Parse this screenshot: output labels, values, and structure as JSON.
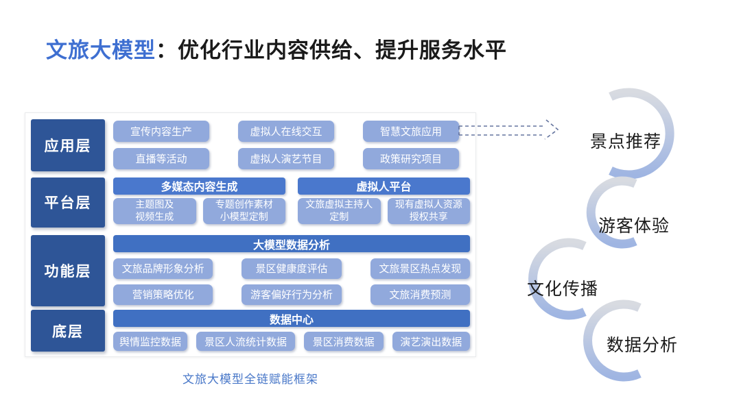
{
  "title": {
    "brand": "文旅大模型",
    "rest": "：优化行业内容供给、提升服务水平"
  },
  "diagram": {
    "caption": "文旅大模型全链赋能框架",
    "layers": {
      "application": {
        "label": "应用层",
        "items": [
          "宣传内容生产",
          "虚拟人在线交互",
          "智慧文旅应用",
          "直播等活动",
          "虚拟人演艺节目",
          "政策研究项目"
        ]
      },
      "platform": {
        "label": "平台层",
        "groups": [
          {
            "header": "多媒态内容生成",
            "items": [
              {
                "line1": "主题图及",
                "line2": "视频生成"
              },
              {
                "line1": "专题创作素材",
                "line2": "小模型定制"
              }
            ]
          },
          {
            "header": "虚拟人平台",
            "items": [
              {
                "line1": "文旅虚拟主持人",
                "line2": "定制"
              },
              {
                "line1": "现有虚拟人资源",
                "line2": "授权共享"
              }
            ]
          }
        ]
      },
      "function": {
        "label": "功能层",
        "header": "大模型数据分析",
        "items": [
          "文旅品牌形象分析",
          "景区健康度评估",
          "文旅景区热点发现",
          "营销策略优化",
          "游客偏好行为分析",
          "文旅消费预测"
        ]
      },
      "base": {
        "label": "底层",
        "header": "数据中心",
        "items": [
          "舆情监控数据",
          "景区人流统计数据",
          "景区消费数据",
          "演艺演出数据"
        ]
      }
    }
  },
  "outcomes": {
    "items": [
      "景点推荐",
      "游客体验",
      "文化传播",
      "数据分析"
    ]
  },
  "colors": {
    "brand_blue": "#3E6FD1",
    "layer_label_blue": "#2E5597",
    "header_bar_blue": "#4070C2",
    "platform_header_blue": "#4A78CD",
    "pill_blue": "#91A9DC",
    "caption_blue": "#4877C8",
    "arc_gray": "#D8DBE1",
    "arc_blue": "#9FB5E2",
    "arrow_blue_gray": "#64749E",
    "text_black": "#1A1A1A"
  }
}
